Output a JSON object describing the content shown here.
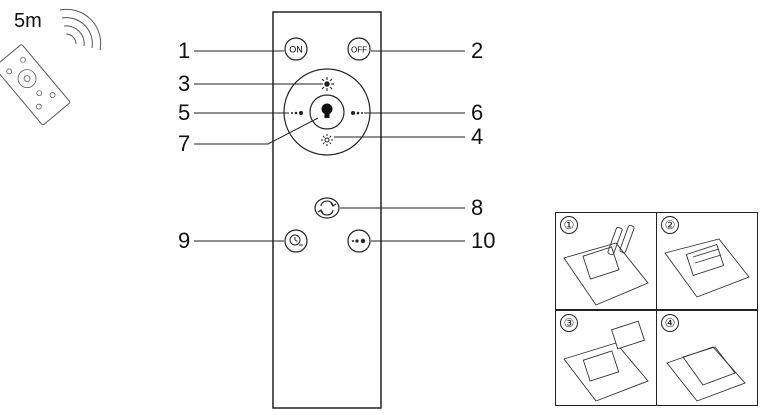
{
  "range_label": "5m",
  "remote": {
    "buttons": {
      "on": "ON",
      "off": "OFF"
    }
  },
  "callouts": [
    {
      "id": "1",
      "label": "1"
    },
    {
      "id": "2",
      "label": "2"
    },
    {
      "id": "3",
      "label": "3"
    },
    {
      "id": "4",
      "label": "4"
    },
    {
      "id": "5",
      "label": "5"
    },
    {
      "id": "6",
      "label": "6"
    },
    {
      "id": "7",
      "label": "7"
    },
    {
      "id": "8",
      "label": "8"
    },
    {
      "id": "9",
      "label": "9"
    },
    {
      "id": "10",
      "label": "10"
    }
  ],
  "battery_steps": [
    {
      "num": "①"
    },
    {
      "num": "②"
    },
    {
      "num": "③"
    },
    {
      "num": "④"
    }
  ],
  "icons": {
    "signal": "signal-waves-icon",
    "brightness_up": "sun-bright-icon",
    "brightness_down": "sun-dim-icon",
    "bulb": "bulb-icon",
    "color_cycle": "cycle-icon",
    "timer": "timer-icon",
    "night_mode": "dots-icon"
  },
  "colors": {
    "line": "#222222",
    "background": "#ffffff"
  }
}
